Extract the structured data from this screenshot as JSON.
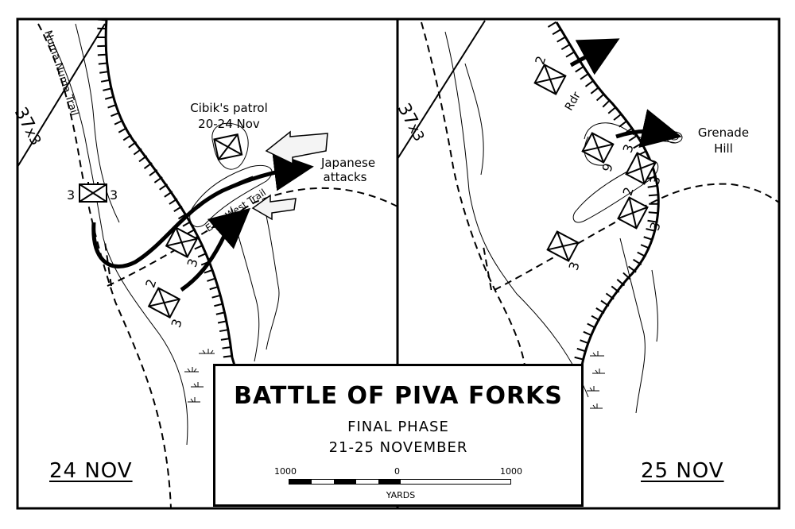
{
  "title": "BATTLE OF PIVA FORKS",
  "subtitle": "FINAL PHASE",
  "dates": "21-25 NOVEMBER",
  "scale": {
    "left": "1000",
    "zero": "0",
    "right": "1000",
    "units": "YARDS"
  },
  "panels": [
    {
      "date": "24 NOV",
      "labels": {
        "trail_north": "Numa Numa Trail",
        "grid": "37",
        "grid_suffix": "x3",
        "patrol": "Cibik's patrol",
        "patrol_dates": "20-24 Nov",
        "japanese_line1": "Japanese",
        "japanese_line2": "attacks",
        "east_west": "East-West Trail"
      },
      "units": [
        {
          "left": "3",
          "right": "3"
        },
        {
          "right": "3"
        },
        {
          "left": "2",
          "right": "3"
        }
      ]
    },
    {
      "date": "25 NOV",
      "labels": {
        "grid": "37",
        "grid_suffix": "x3",
        "raider_num": "2",
        "raider": "Rdr",
        "hill_line1": "Grenade",
        "hill_line2": "Hill"
      },
      "units": [
        {
          "right": "9"
        },
        {
          "right": "3"
        },
        {
          "left": "2",
          "right": "3"
        },
        {
          "right": "3"
        }
      ]
    }
  ],
  "colors": {
    "ink": "#000000",
    "paper": "#ffffff",
    "japanese_arrow": "#f4f4f4"
  }
}
